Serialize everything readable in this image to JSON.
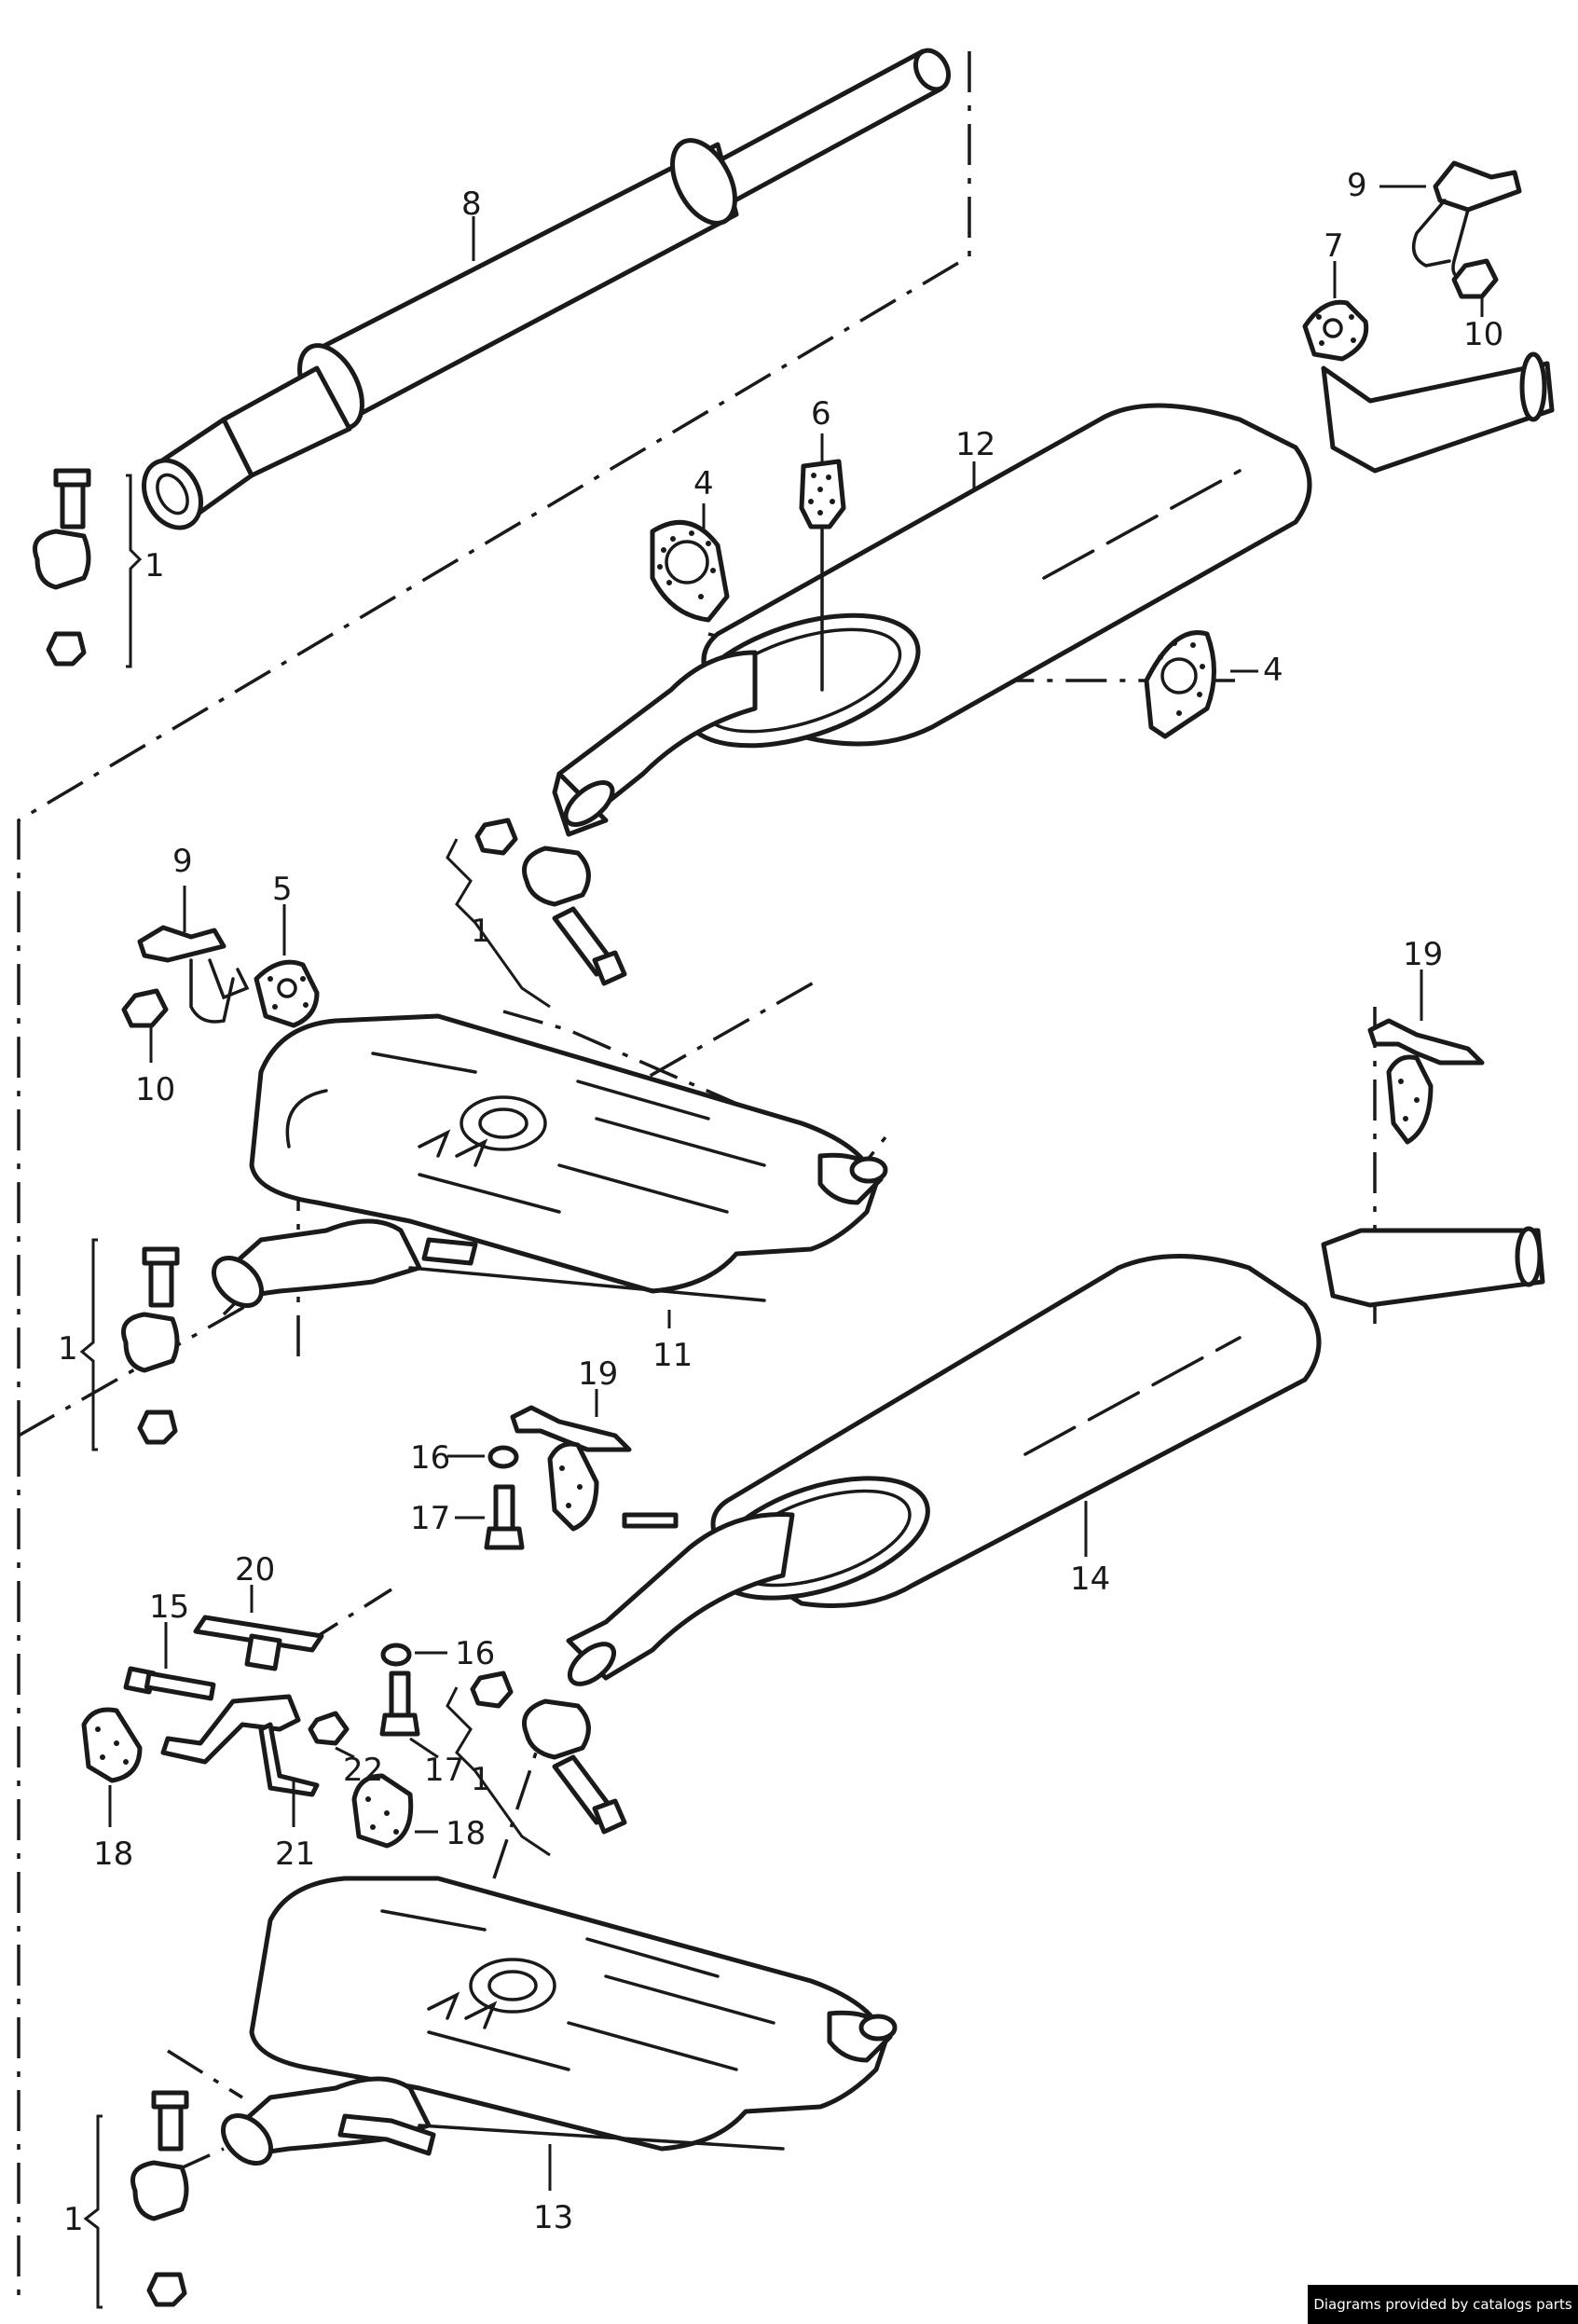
{
  "callouts": {
    "c1a": "1",
    "c1b": "1",
    "c1c": "1",
    "c1d": "1",
    "c1e": "1",
    "c4a": "4",
    "c4b": "4",
    "c5": "5",
    "c6": "6",
    "c7": "7",
    "c8": "8",
    "c9a": "9",
    "c9b": "9",
    "c10a": "10",
    "c10b": "10",
    "c11": "11",
    "c12": "12",
    "c13": "13",
    "c14": "14",
    "c15": "15",
    "c16a": "16",
    "c16b": "16",
    "c17a": "17",
    "c17b": "17",
    "c18a": "18",
    "c18b": "18",
    "c19a": "19",
    "c19b": "19",
    "c20": "20",
    "c21": "21",
    "c22": "22"
  },
  "footer": {
    "credit": "Diagrams provided by catalogs parts"
  },
  "colors": {
    "line": "#1a1a1a",
    "background": "#ffffff",
    "badge": "#000000"
  }
}
